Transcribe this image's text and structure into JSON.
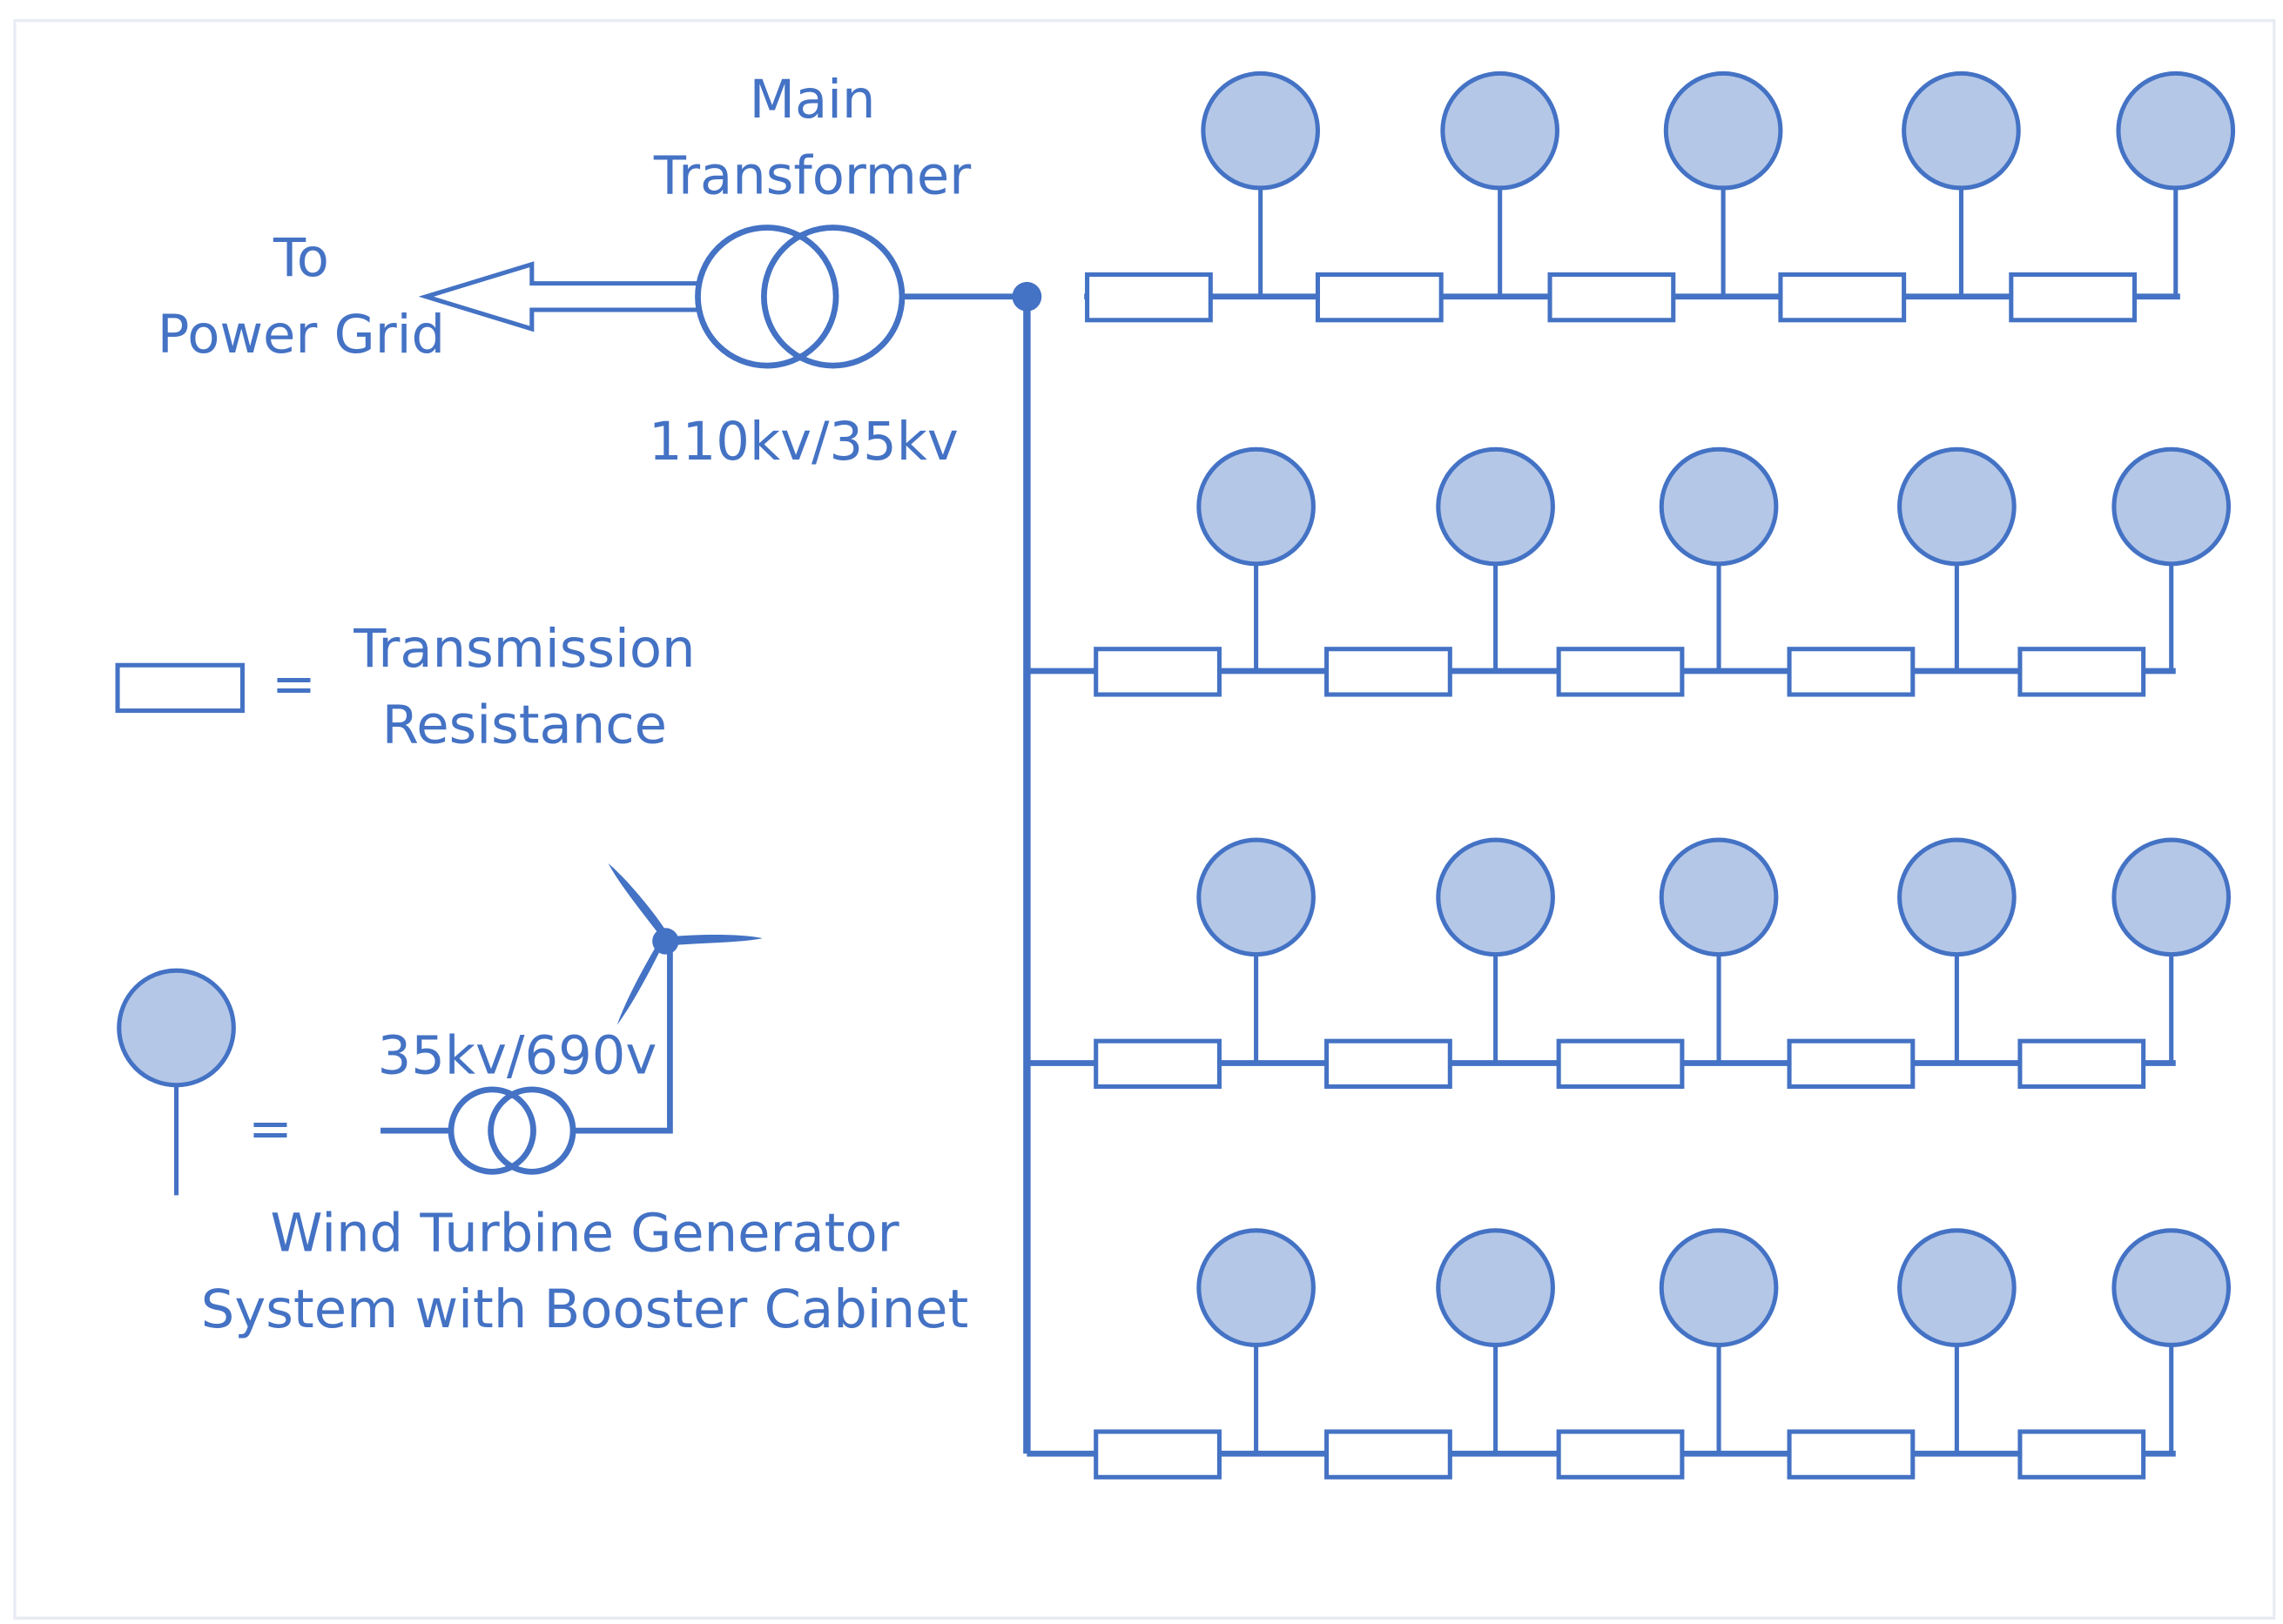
{
  "colors": {
    "line": "#4472c4",
    "fill": "#b4c7e7",
    "text": "#4472c4",
    "border": "#e8ecf2"
  },
  "labels": {
    "main_transformer_line1": "Main",
    "main_transformer_line2": "Transformer",
    "to_line1": "To",
    "to_line2": "Power Grid",
    "main_ratio": "110kv/35kv",
    "legend_resistance_eq": "=",
    "legend_resistance_line1": "Transmission",
    "legend_resistance_line2": "Resistance",
    "legend_wtg_eq": "=",
    "booster_ratio": "35kv/690v",
    "legend_wtg_line1": "Wind Turbine Generator",
    "legend_wtg_line2": "System with Booster Cabinet"
  },
  "feeders": [
    {
      "turbines": 5,
      "resistors": 5
    },
    {
      "turbines": 5,
      "resistors": 5
    },
    {
      "turbines": 5,
      "resistors": 5
    },
    {
      "turbines": 5,
      "resistors": 5
    }
  ]
}
